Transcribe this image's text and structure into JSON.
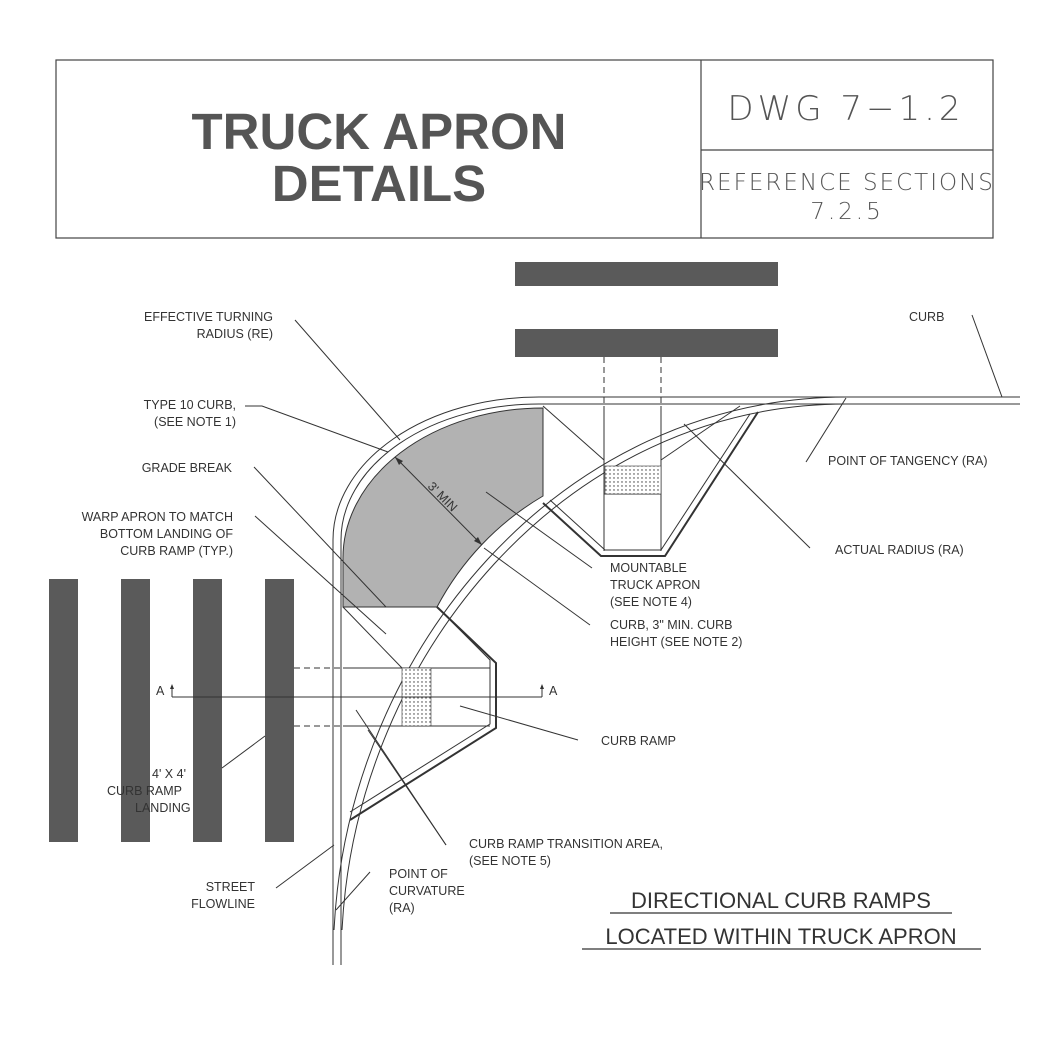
{
  "title_block": {
    "title_line1": "TRUCK APRON",
    "title_line2": "DETAILS",
    "dwg_number": "DWG 7−1.2",
    "reference_line1": "REFERENCE SECTIONS",
    "reference_line2": "7.2.5"
  },
  "labels": {
    "curb": "CURB",
    "effective_radius_1": "EFFECTIVE TURNING",
    "effective_radius_2": "RADIUS (RE)",
    "type10_1": "TYPE 10 CURB,",
    "type10_2": "(SEE NOTE 1)",
    "grade_break": "GRADE BREAK",
    "warp_1": "WARP APRON TO MATCH",
    "warp_2": "BOTTOM LANDING OF",
    "warp_3": "CURB RAMP (TYP.)",
    "tangency": "POINT OF TANGENCY (RA)",
    "actual_radius": "ACTUAL RADIUS (RA)",
    "mountable_1": "MOUNTABLE",
    "mountable_2": "TRUCK APRON",
    "mountable_3": "(SEE NOTE 4)",
    "curb_height_1": "CURB, 3\" MIN. CURB",
    "curb_height_2": "HEIGHT (SEE NOTE 2)",
    "three_min": "3' MIN",
    "section_a_left": "A",
    "section_a_right": "A",
    "curb_ramp": "CURB RAMP",
    "landing_1": "4' X 4'",
    "landing_2": "CURB RAMP",
    "landing_3": "LANDING",
    "transition_1": "CURB RAMP TRANSITION AREA,",
    "transition_2": "(SEE NOTE 5)",
    "street_1": "STREET",
    "street_2": "FLOWLINE",
    "curvature_1": "POINT OF",
    "curvature_2": "CURVATURE",
    "curvature_3": "(RA)"
  },
  "caption": {
    "line1": "DIRECTIONAL CURB RAMPS",
    "line2": "LOCATED WITHIN TRUCK APRON"
  },
  "colors": {
    "bars": "#5a5a5a",
    "apron_fill": "#b2b2b2",
    "line": "#333333"
  }
}
